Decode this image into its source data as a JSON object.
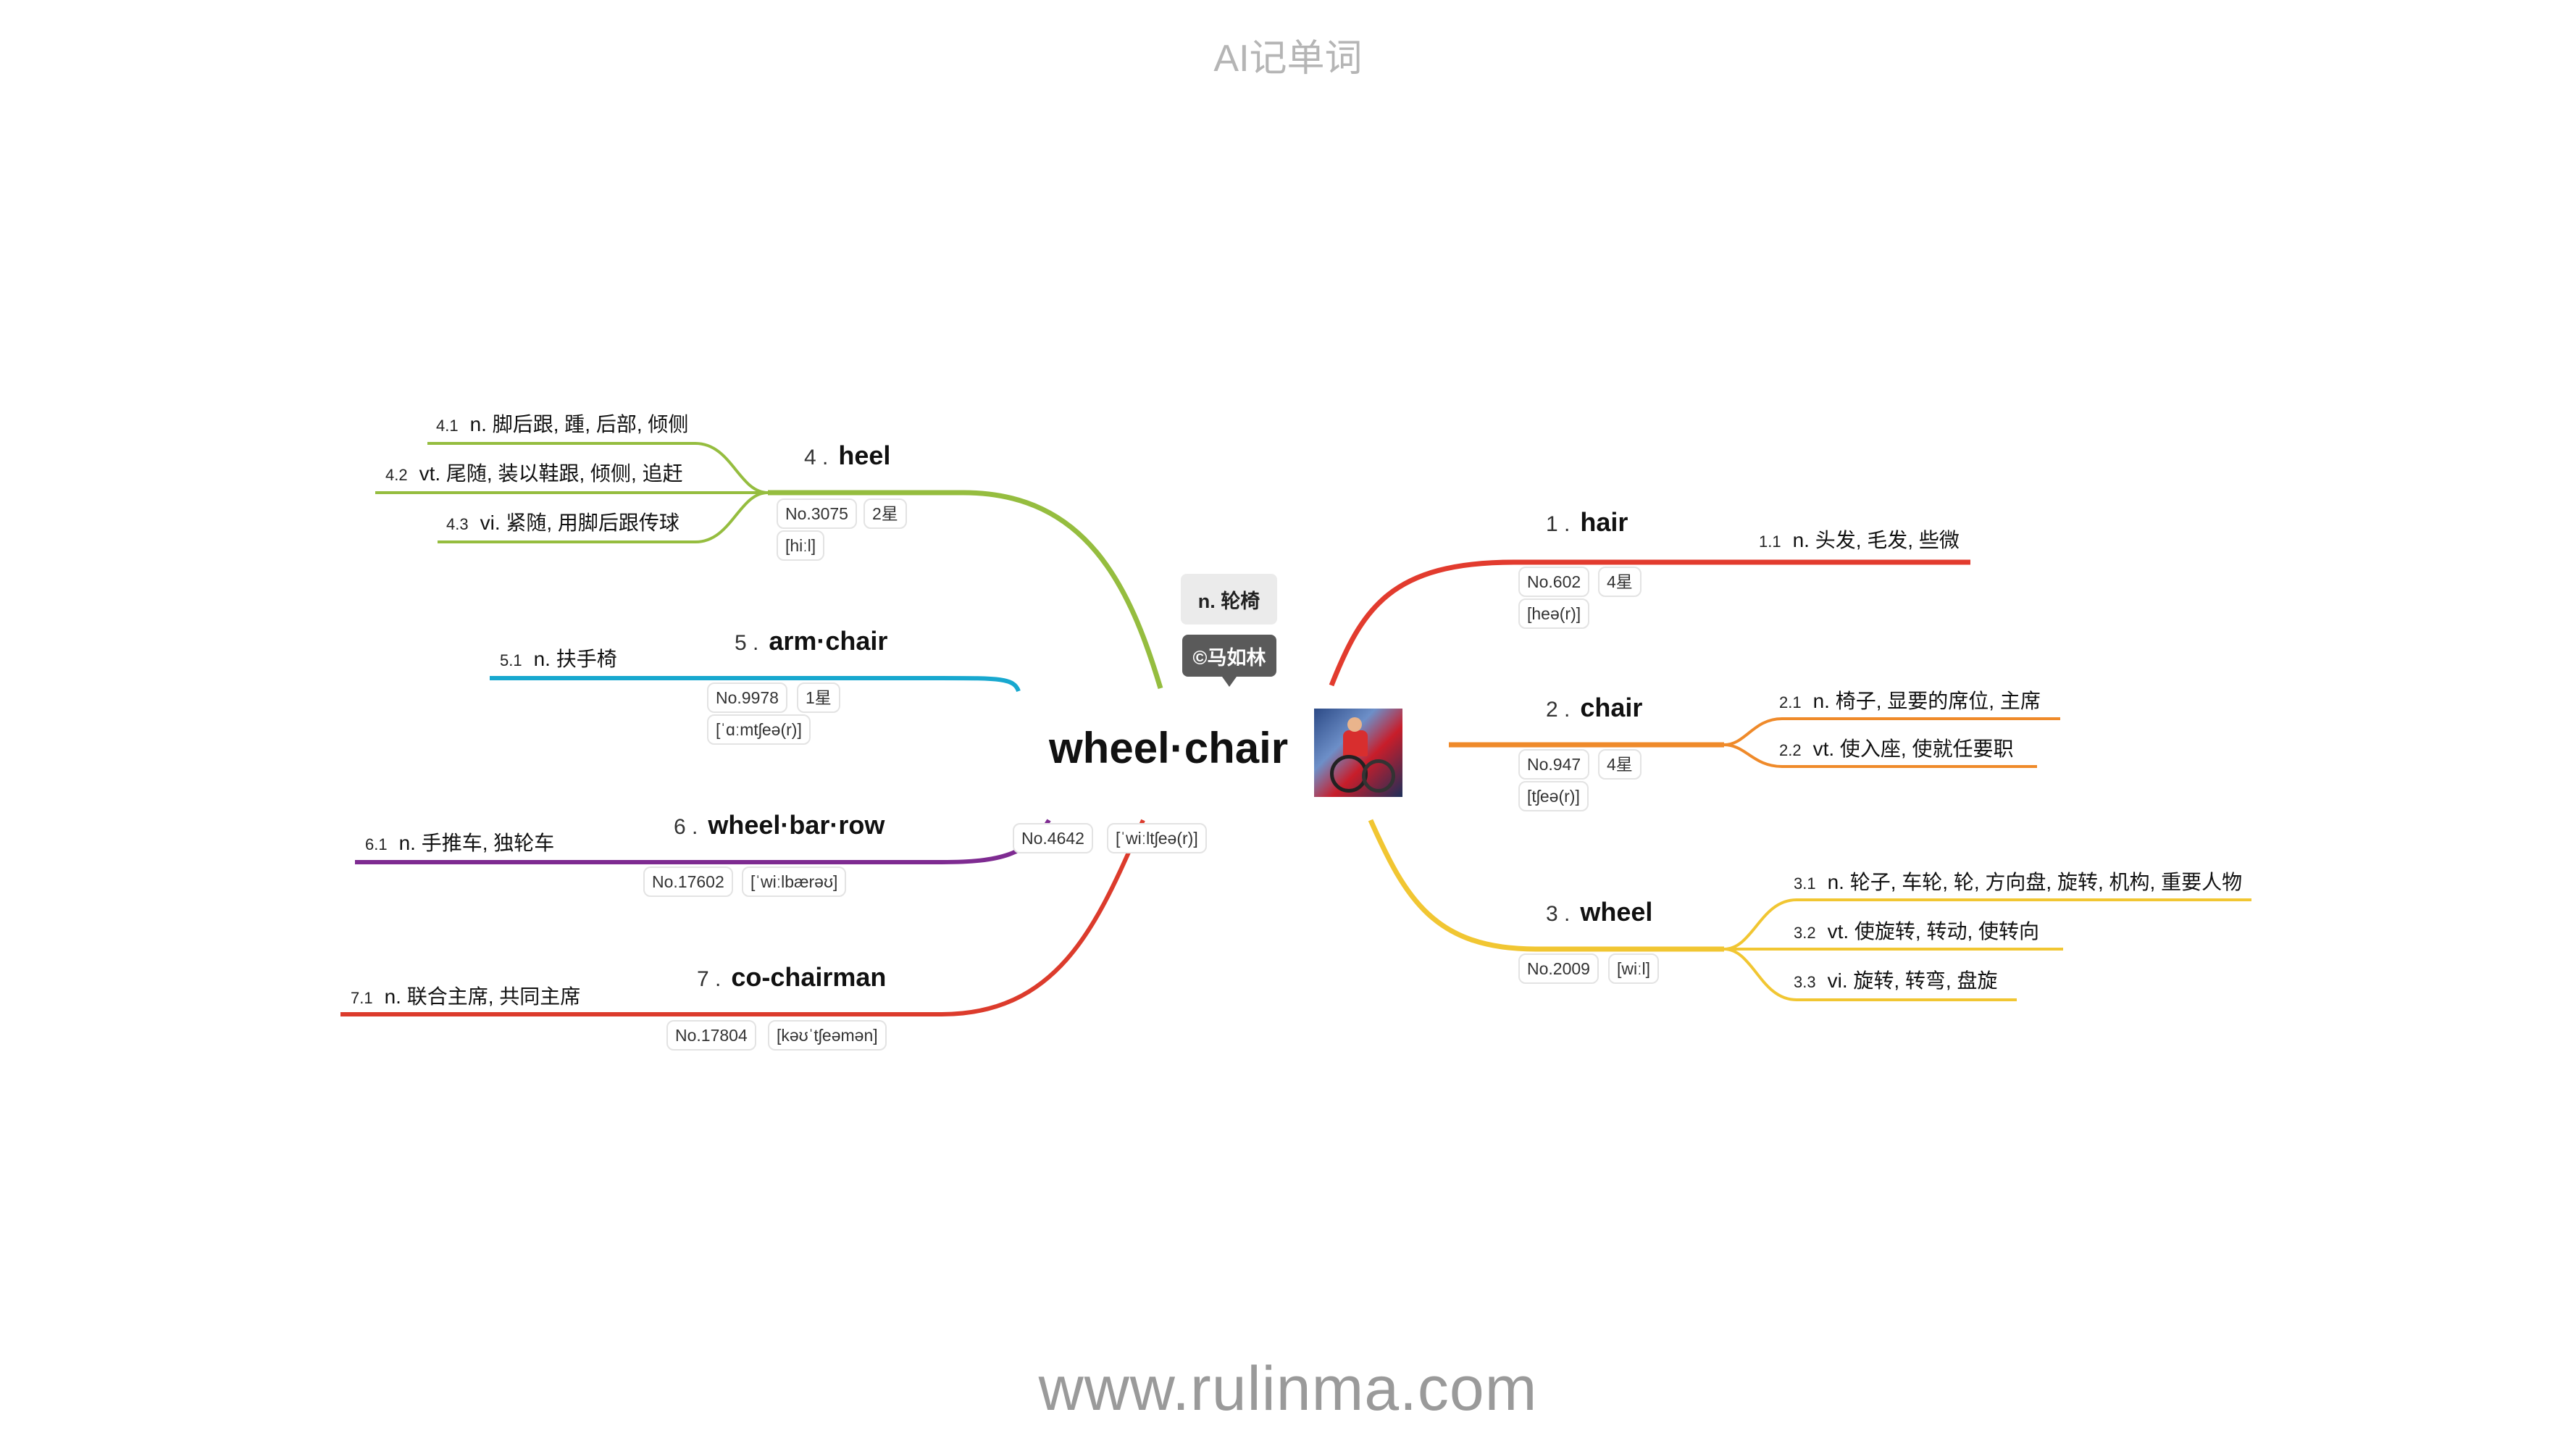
{
  "header": "AI记单词",
  "footer": "www.rulinma.com",
  "center": {
    "word": "wheel·chair",
    "meaning": "n. 轮椅",
    "author": "©马如林",
    "no": "No.4642",
    "phonetic": "[ˈwiːltʃeə(r)]"
  },
  "colors": {
    "hair": "#e23b2e",
    "chair": "#ef8a2a",
    "wheel": "#f1c632",
    "heel": "#95bd3f",
    "armchair": "#18a8cf",
    "wheelbarrow": "#7e2b91",
    "cochairman": "#dc3b2c"
  },
  "branches": {
    "hair": {
      "num": "1 .",
      "word": "hair",
      "no": "No.602",
      "stars": "4星",
      "phonetic": "[heə(r)]",
      "defs": [
        {
          "idx": "1.1",
          "text": "n. 头发, 毛发, 些微"
        }
      ]
    },
    "chair": {
      "num": "2 .",
      "word": "chair",
      "no": "No.947",
      "stars": "4星",
      "phonetic": "[tʃeə(r)]",
      "defs": [
        {
          "idx": "2.1",
          "text": "n. 椅子, 显要的席位, 主席"
        },
        {
          "idx": "2.2",
          "text": "vt. 使入座, 使就任要职"
        }
      ]
    },
    "wheel": {
      "num": "3 .",
      "word": "wheel",
      "no": "No.2009",
      "phonetic": "[wiːl]",
      "defs": [
        {
          "idx": "3.1",
          "text": "n. 轮子, 车轮, 轮, 方向盘, 旋转, 机构, 重要人物"
        },
        {
          "idx": "3.2",
          "text": "vt. 使旋转, 转动, 使转向"
        },
        {
          "idx": "3.3",
          "text": "vi. 旋转, 转弯, 盘旋"
        }
      ]
    },
    "heel": {
      "num": "4 .",
      "word": "heel",
      "no": "No.3075",
      "stars": "2星",
      "phonetic": "[hiːl]",
      "defs": [
        {
          "idx": "4.1",
          "text": "n. 脚后跟, 踵, 后部, 倾侧"
        },
        {
          "idx": "4.2",
          "text": "vt. 尾随, 装以鞋跟, 倾侧, 追赶"
        },
        {
          "idx": "4.3",
          "text": "vi. 紧随, 用脚后跟传球"
        }
      ]
    },
    "armchair": {
      "num": "5 .",
      "word": "arm·chair",
      "no": "No.9978",
      "stars": "1星",
      "phonetic": "[ˈɑːmtʃeə(r)]",
      "defs": [
        {
          "idx": "5.1",
          "text": "n. 扶手椅"
        }
      ]
    },
    "wheelbarrow": {
      "num": "6 .",
      "word": "wheel·bar·row",
      "no": "No.17602",
      "phonetic": "[ˈwiːlbærəʊ]",
      "defs": [
        {
          "idx": "6.1",
          "text": "n. 手推车, 独轮车"
        }
      ]
    },
    "cochairman": {
      "num": "7 .",
      "word": "co-chairman",
      "no": "No.17804",
      "phonetic": "[kəʊˈtʃeəmən]",
      "defs": [
        {
          "idx": "7.1",
          "text": "n. 联合主席, 共同主席"
        }
      ]
    }
  }
}
